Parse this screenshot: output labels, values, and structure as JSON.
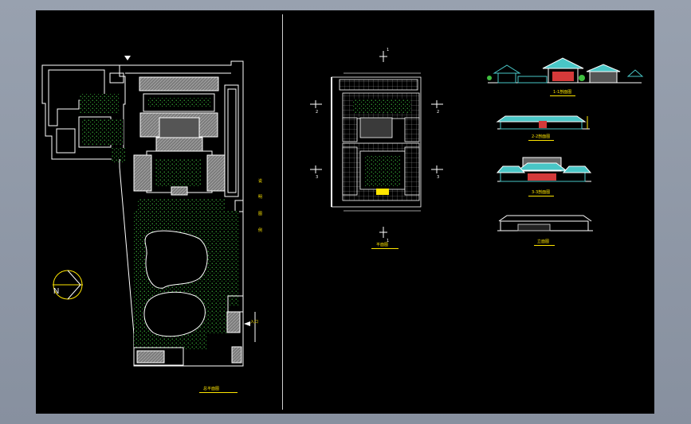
{
  "window": {
    "title": "AutoCAD model space — garden courtyard drawing sheet"
  },
  "colors": {
    "background": "#000000",
    "frame": "#ffffff",
    "annotation": "#ffe600",
    "vegetation": "#3fbf3f",
    "roof": "#49c6c6",
    "wall_red": "#d43a3a"
  },
  "site_plan": {
    "caption": "总平面图",
    "north_letter": "N",
    "entrance_label": "入口",
    "side_notes": [
      "说",
      "明",
      "图",
      "例"
    ]
  },
  "floor_plan": {
    "caption": "平面图",
    "section_marks": [
      "2",
      "2",
      "3",
      "3",
      "1",
      "1"
    ]
  },
  "elevations": [
    {
      "caption": "1-1剖面图"
    },
    {
      "caption": "2-2剖面图"
    },
    {
      "caption": "3-3剖面图"
    },
    {
      "caption": "立面图"
    }
  ]
}
